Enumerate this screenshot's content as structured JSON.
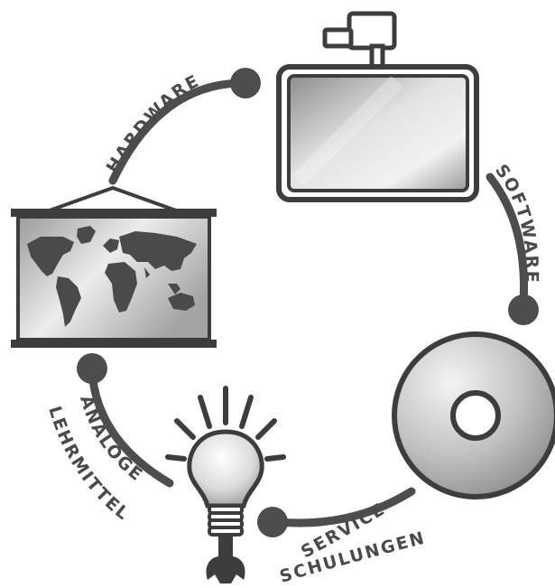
{
  "labels": {
    "hardware": "HARDWARE",
    "software": "SOFTWARE",
    "service_line1": "SERVICE",
    "service_line2": "SCHULUNGEN",
    "analoge_line1": "ANALOGE",
    "analoge_line2": "LEHRMITTEL"
  },
  "colors": {
    "connector": "#4d4d4d",
    "outline": "#3d3d3d",
    "label": "#4a4a4a",
    "fill_light": "#e6e6e6",
    "fill_dark": "#8c8c8c"
  },
  "icons": {
    "hardware": "interactive-whiteboard-icon",
    "software": "disc-icon",
    "service": "lightbulb-wrench-icon",
    "analoge": "world-map-icon"
  }
}
